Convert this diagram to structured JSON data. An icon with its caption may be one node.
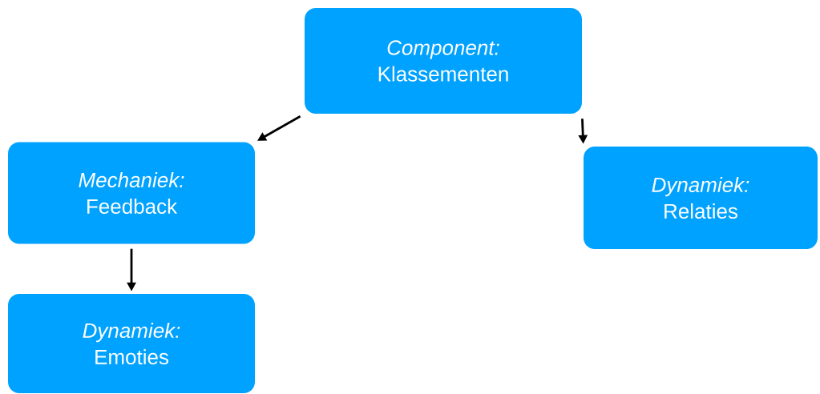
{
  "diagram": {
    "nodes": [
      {
        "text": [
          "Component:",
          "Klassementen"
        ]
      },
      {
        "text": [
          "Mechaniek:",
          "Feedback"
        ]
      },
      {
        "text": [
          "Dynamiek:",
          "Relaties"
        ]
      },
      {
        "text": [
          "Dynamiek:",
          "Emoties"
        ]
      }
    ],
    "edges": [
      {
        "from": 0,
        "to": 1,
        "arrow": "to"
      },
      {
        "from": 0,
        "to": 2,
        "arrow": "to"
      },
      {
        "from": 1,
        "to": 3,
        "arrow": "to"
      }
    ]
  }
}
